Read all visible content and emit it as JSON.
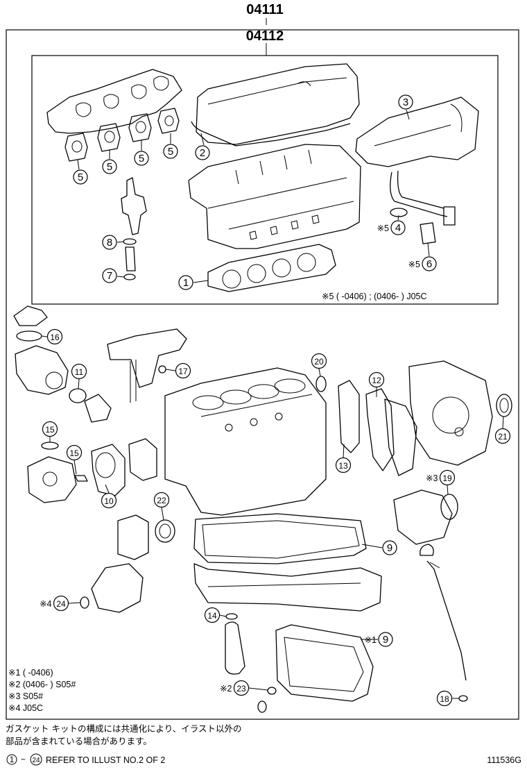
{
  "header": {
    "outer_kit_number": "04111",
    "inner_kit_number": "04112"
  },
  "inner_box_note": "※5 (      -0406) ; (0406-      ) J05C",
  "callouts": [
    {
      "id": "c1",
      "num": "1",
      "prefix": ""
    },
    {
      "id": "c2",
      "num": "2",
      "prefix": ""
    },
    {
      "id": "c3",
      "num": "3",
      "prefix": ""
    },
    {
      "id": "c4",
      "num": "4",
      "prefix": "※5"
    },
    {
      "id": "c5a",
      "num": "5",
      "prefix": ""
    },
    {
      "id": "c5b",
      "num": "5",
      "prefix": ""
    },
    {
      "id": "c5c",
      "num": "5",
      "prefix": ""
    },
    {
      "id": "c5d",
      "num": "5",
      "prefix": ""
    },
    {
      "id": "c6",
      "num": "6",
      "prefix": "※5"
    },
    {
      "id": "c7",
      "num": "7",
      "prefix": ""
    },
    {
      "id": "c8",
      "num": "8",
      "prefix": ""
    },
    {
      "id": "c9a",
      "num": "9",
      "prefix": ""
    },
    {
      "id": "c9b",
      "num": "9",
      "prefix": "※1"
    },
    {
      "id": "c10",
      "num": "10",
      "prefix": ""
    },
    {
      "id": "c11",
      "num": "11",
      "prefix": ""
    },
    {
      "id": "c12",
      "num": "12",
      "prefix": ""
    },
    {
      "id": "c13",
      "num": "13",
      "prefix": ""
    },
    {
      "id": "c14",
      "num": "14",
      "prefix": ""
    },
    {
      "id": "c15a",
      "num": "15",
      "prefix": ""
    },
    {
      "id": "c15b",
      "num": "15",
      "prefix": ""
    },
    {
      "id": "c16",
      "num": "16",
      "prefix": ""
    },
    {
      "id": "c17",
      "num": "17",
      "prefix": ""
    },
    {
      "id": "c18",
      "num": "18",
      "prefix": ""
    },
    {
      "id": "c19",
      "num": "19",
      "prefix": "※3"
    },
    {
      "id": "c20",
      "num": "20",
      "prefix": ""
    },
    {
      "id": "c21",
      "num": "21",
      "prefix": ""
    },
    {
      "id": "c22",
      "num": "22",
      "prefix": ""
    },
    {
      "id": "c23",
      "num": "23",
      "prefix": "※2"
    },
    {
      "id": "c24",
      "num": "24",
      "prefix": "※4"
    }
  ],
  "footnotes": [
    "※1 (      -0406)",
    "※2 (0406-      ) S05#",
    "※3 S05#",
    "※4 J05C"
  ],
  "japanese_note": {
    "line1": "ガスケット キットの構成には共通化により、イラスト以外の",
    "line2": "部品が含まれている場合があります。"
  },
  "reference": {
    "range_start": "1",
    "tilde": "~",
    "range_end": "24",
    "text": "REFER TO ILLUST NO.2 OF 2"
  },
  "illustration_code": "111536G"
}
